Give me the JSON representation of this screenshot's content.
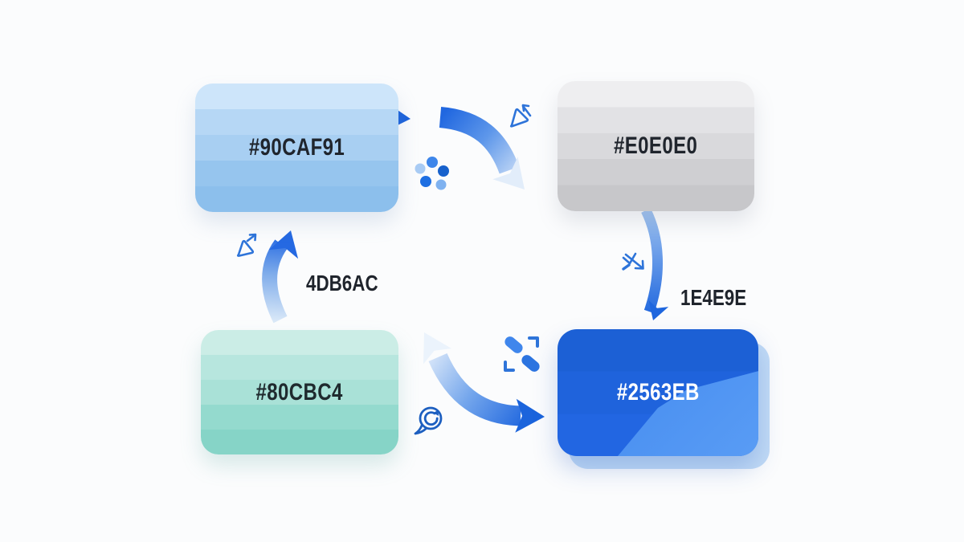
{
  "diagram": {
    "type": "color-palette-cycle",
    "background": "#fbfcfd",
    "nodes": [
      {
        "id": "swatch-top-left",
        "label": "#90CAF91",
        "text_color": "#20252d",
        "stripes": [
          "#cde5fa",
          "#b6d7f5",
          "#a8cff2",
          "#96c5ee",
          "#8cbfec"
        ]
      },
      {
        "id": "swatch-top-right",
        "label": "#E0E0E0",
        "text_color": "#20252d",
        "stripes": [
          "#eeeef0",
          "#e2e2e5",
          "#d9d9dc",
          "#cfcfd2",
          "#c7c7ca"
        ]
      },
      {
        "id": "swatch-bottom-left",
        "label": "#80CBC4",
        "text_color": "#1f2a2e",
        "stripes": [
          "#cbede6",
          "#b7e6de",
          "#a9e1d7",
          "#94dace",
          "#86d4c7"
        ]
      },
      {
        "id": "swatch-bottom-right",
        "label": "#2563EB",
        "text_color": "#ffffff",
        "stripes": [
          "#1c60d5",
          "#1f63dc",
          "#2266e2"
        ],
        "accent_shape_color": "#3f87f0",
        "back_layer_color": "#b7d5f4"
      }
    ],
    "edge_labels": [
      {
        "id": "left-edge-label",
        "text": "4DB6AC"
      },
      {
        "id": "right-edge-label",
        "text": "1E4E9E"
      }
    ],
    "icons": [
      {
        "name": "image-swap-icon"
      },
      {
        "name": "dots-cluster-icon"
      },
      {
        "name": "image-export-icon"
      },
      {
        "name": "swap-arrow-icon"
      },
      {
        "name": "expand-pills-icon"
      },
      {
        "name": "chat-sync-icon"
      }
    ],
    "arrow_colors": {
      "solid": "#1f66de",
      "mid": "#6ea2ea",
      "fade": "#e7f0fb",
      "icon_stroke": "#2e74d9"
    }
  }
}
